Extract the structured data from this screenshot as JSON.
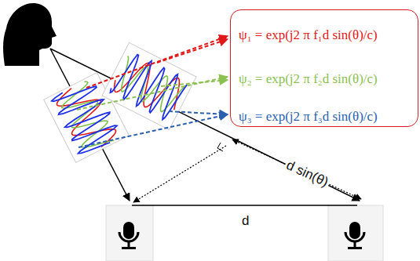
{
  "diagram": {
    "nodes": [
      {
        "text": [
          "ψ₁ = exp(j2 π f₁d sin(θ)/c)",
          "ψ₂ = exp(j2 π f₂d sin(θ)/c)",
          "ψ₃ = exp(j2 π f₃d sin(θ)/c)"
        ]
      }
    ],
    "labels": [
      "d sin(θ)",
      "d"
    ]
  }
}
